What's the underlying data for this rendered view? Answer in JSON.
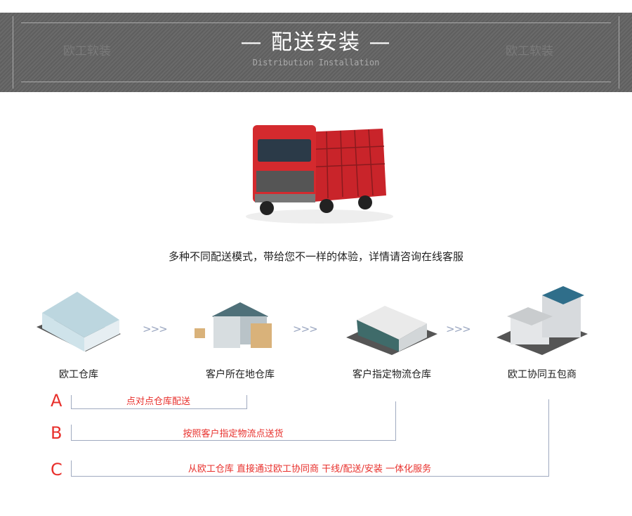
{
  "header": {
    "title": "— 配送安装 —",
    "subtitle": "Distribution Installation",
    "watermark": "欧工软装"
  },
  "slogan": "多种不同配送模式，带给您不一样的体验，详情请咨询在线客服",
  "nodes": [
    {
      "label": "欧工仓库"
    },
    {
      "label": "客户所在地仓库"
    },
    {
      "label": "客户指定物流仓库"
    },
    {
      "label": "欧工协同五包商"
    }
  ],
  "arrow": ">>>",
  "routes": [
    {
      "letter": "A",
      "text": "点对点仓库配送"
    },
    {
      "letter": "B",
      "text": "按照客户指定物流点送货"
    },
    {
      "letter": "C",
      "text": "从欧工仓库 直接通过欧工协同商 干线/配送/安装 一体化服务"
    }
  ],
  "colors": {
    "accent": "#e8302c",
    "line": "#a0aac0",
    "banner": "#666666"
  }
}
